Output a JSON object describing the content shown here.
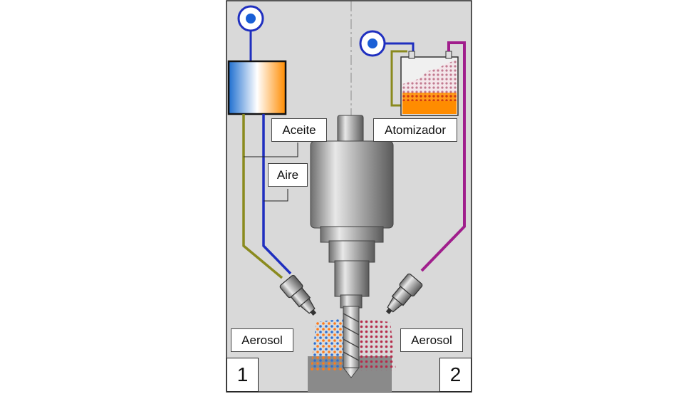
{
  "labels": {
    "oil": "Aceite",
    "air": "Aire",
    "atomizer": "Atomizador",
    "aerosol_left": "Aerosol",
    "aerosol_right": "Aerosol",
    "system_1": "1",
    "system_2": "2"
  },
  "colors": {
    "panel_background": "#d9d9d9",
    "oil_line": "#8a8a1e",
    "air_line": "#1f2fbf",
    "aerosol_line": "#a01e8c",
    "air_source": "#1a5fd6",
    "oil_tank": "#ff8c00",
    "aerosol_mist": "#c04a6a",
    "workpiece": "#8a8a8a"
  },
  "icons": {
    "air_source_left": "air-source-icon",
    "air_source_right": "air-source-icon",
    "nozzle_left": "nozzle-icon",
    "nozzle_right": "nozzle-icon",
    "spindle": "spindle-icon",
    "drill": "drill-bit-icon"
  }
}
